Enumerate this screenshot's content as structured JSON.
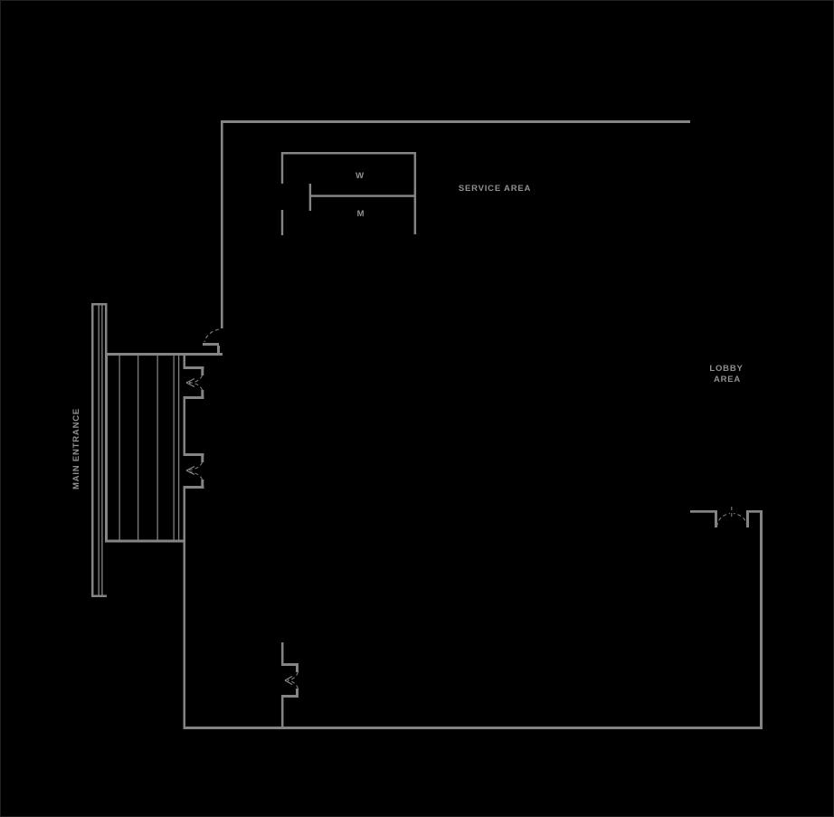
{
  "plan": {
    "title": "floor-plan",
    "labels": {
      "service_area": "SERVICE AREA",
      "lobby_line1": "LOBBY",
      "lobby_line2": "AREA",
      "main_entrance": "MAIN ENTRANCE",
      "washroom_women": "W",
      "washroom_men": "M"
    },
    "colors": {
      "background": "#000000",
      "wall": "#848484",
      "text": "#8f8f8f",
      "canvas_border": "#212121"
    }
  }
}
